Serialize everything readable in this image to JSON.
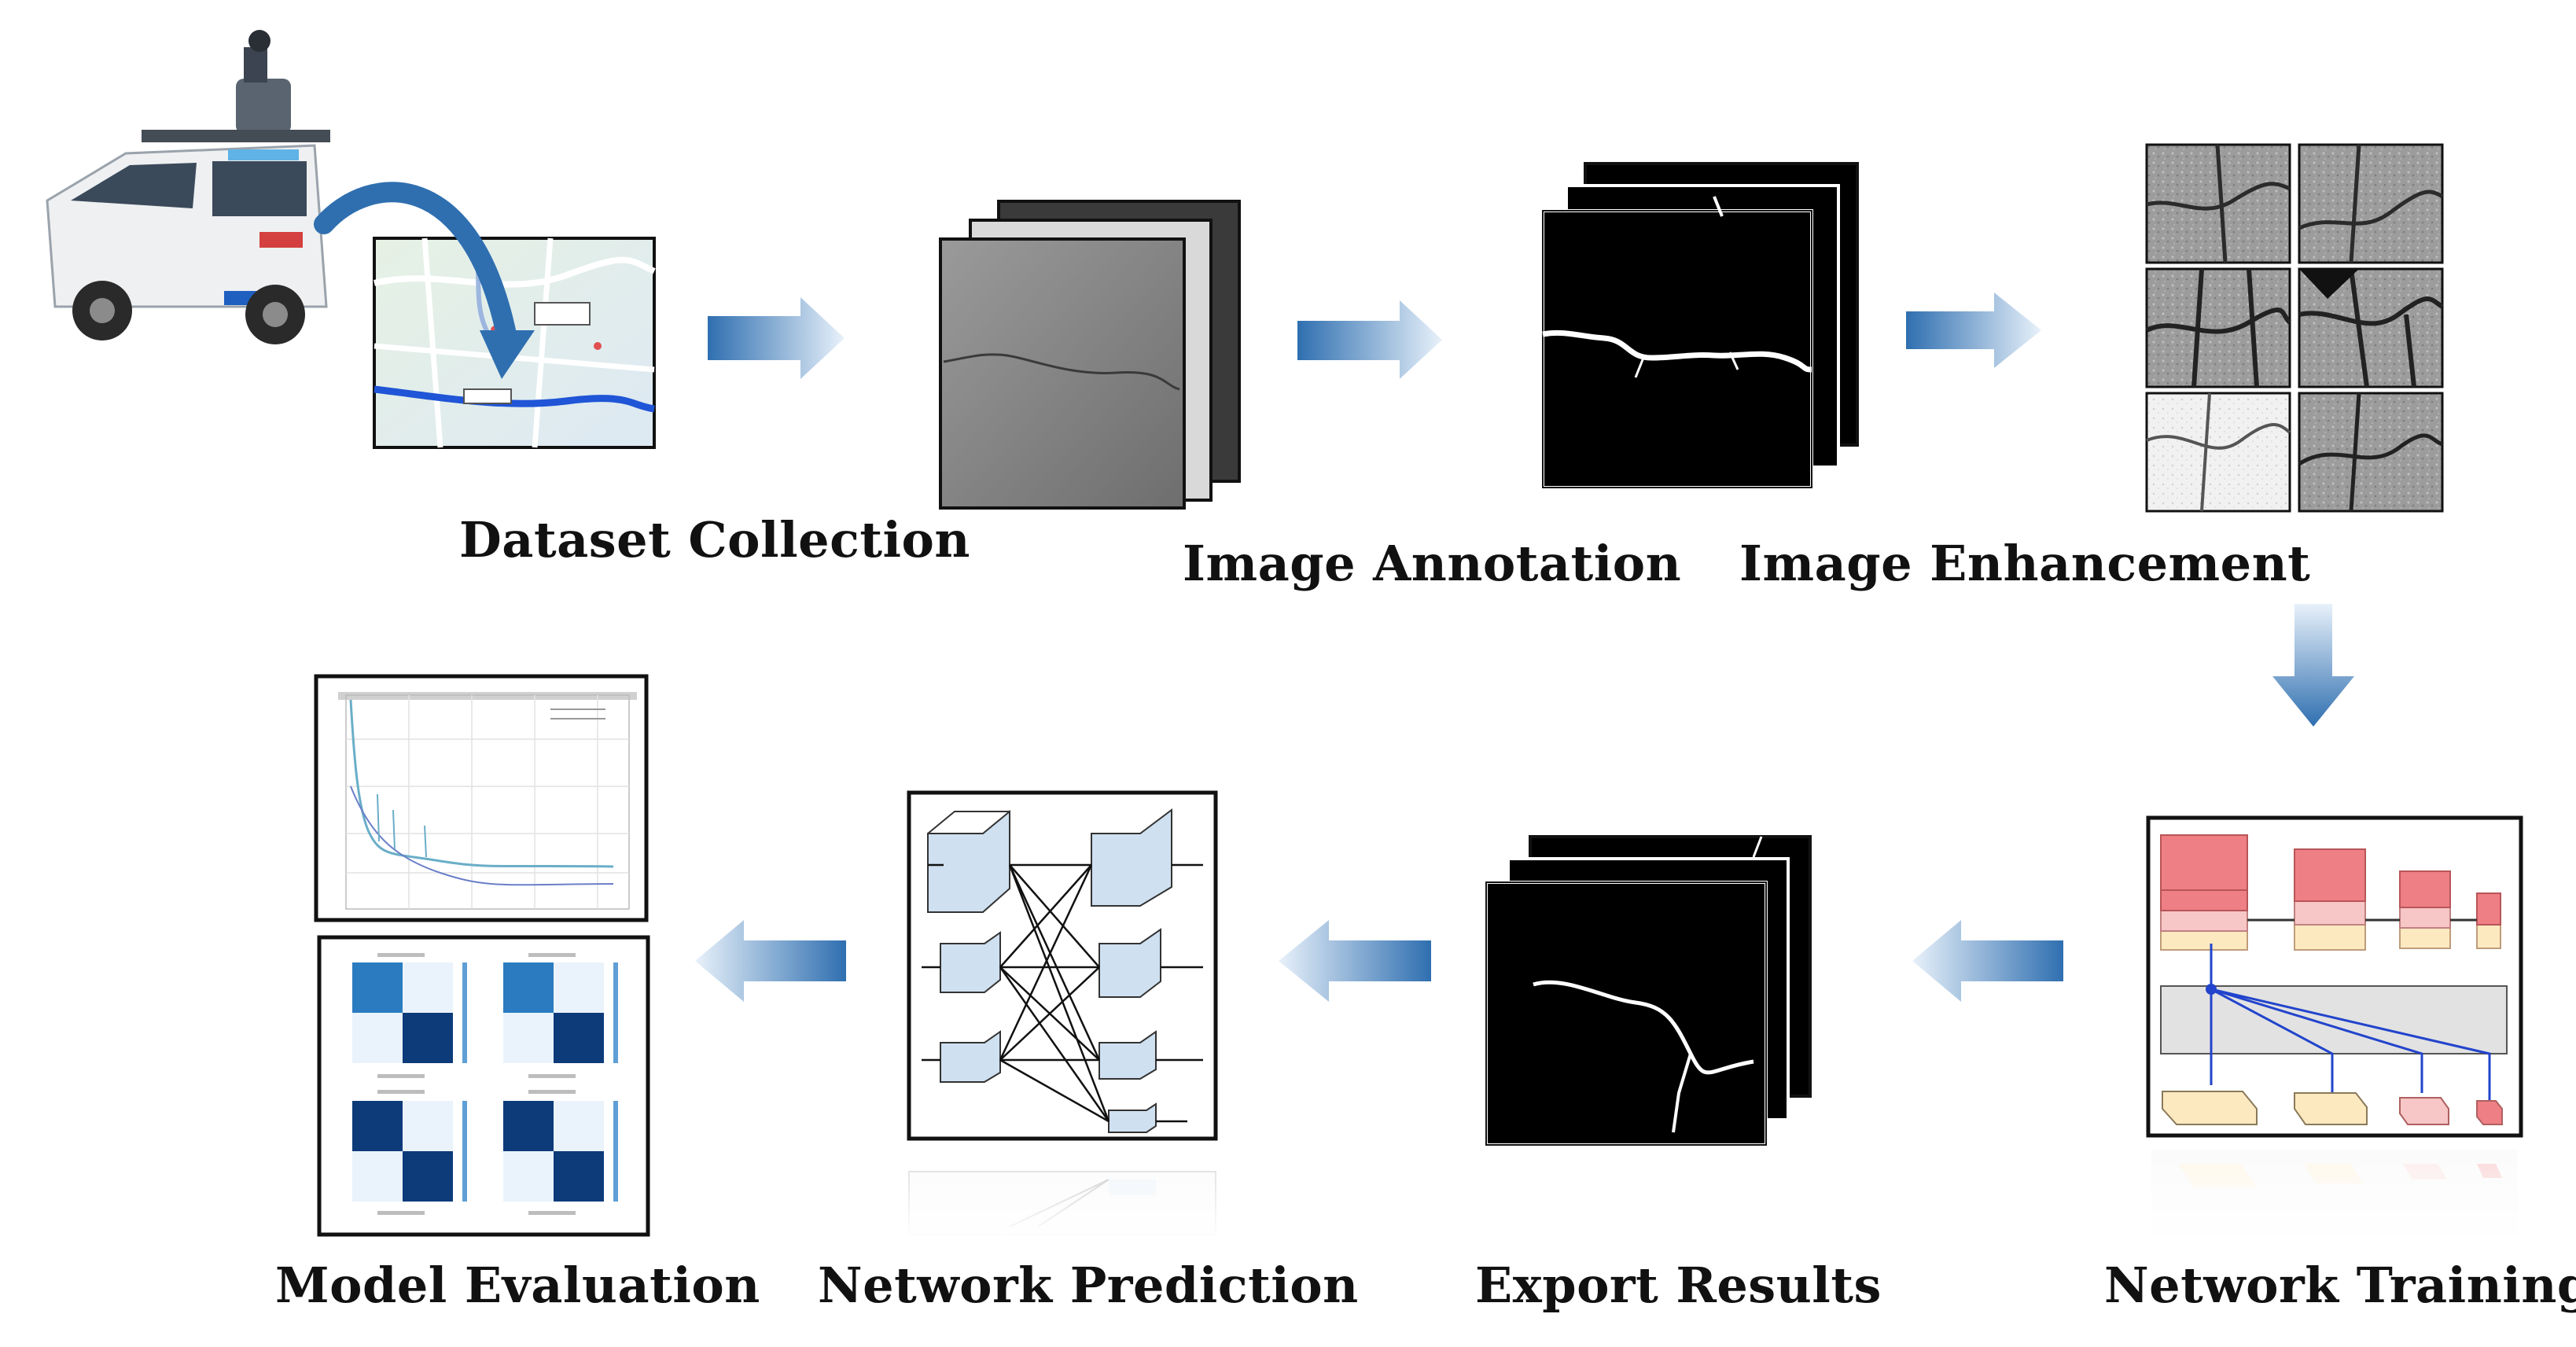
{
  "stages": [
    {
      "id": "dataset-collection",
      "label": "Dataset Collection"
    },
    {
      "id": "image-annotation",
      "label": "Image Annotation"
    },
    {
      "id": "image-enhancement",
      "label": "Image Enhancement"
    },
    {
      "id": "network-training",
      "label": "Network Training"
    },
    {
      "id": "export-results",
      "label": "Export Results"
    },
    {
      "id": "network-prediction",
      "label": "Network Prediction"
    },
    {
      "id": "model-evaluation",
      "label": "Model Evaluation"
    }
  ],
  "colors": {
    "arrow_dark": "#2f6fb0",
    "arrow_light": "#e8f1fa",
    "text": "#111111",
    "van": "#eef0f2",
    "training_red": "#ee7f84",
    "training_pink": "#f7c6c6",
    "training_yellow": "#fde9c0",
    "confusion_dark": "#0d3b7a",
    "confusion_mid": "#2b7bc0",
    "confusion_light": "#dfeefa"
  },
  "icons": [
    "van-icon",
    "map-icon",
    "flow-arrow-icon"
  ]
}
